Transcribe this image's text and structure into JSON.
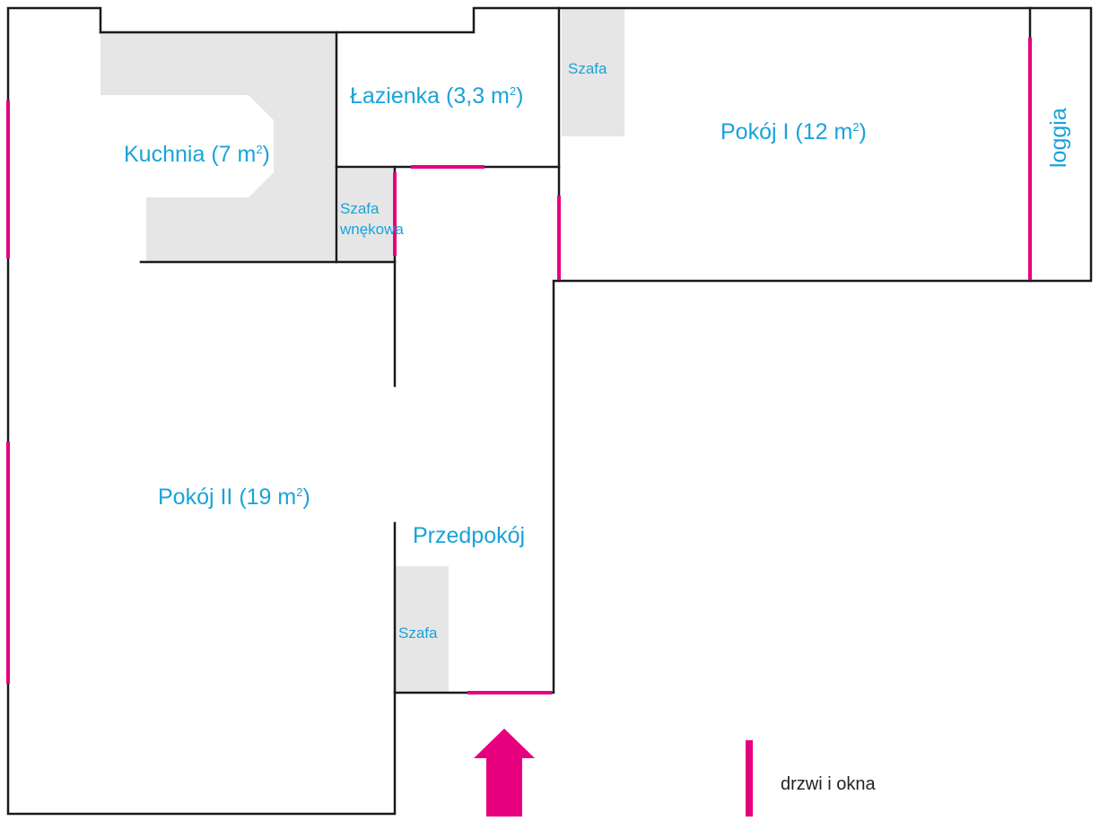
{
  "rooms": {
    "kuchnia": {
      "name": "Kuchnia",
      "area_value": "(7 m",
      "sup": "2",
      "area_close": ")"
    },
    "lazienka": {
      "name": "Łazienka",
      "area_value": "(3,3 m",
      "sup": "2",
      "area_close": ")"
    },
    "pokoj1": {
      "name": "Pokój I",
      "area_value": "(12 m",
      "sup": "2",
      "area_close": ")"
    },
    "pokoj2": {
      "name": "Pokój II",
      "area_value": "(19 m",
      "sup": "2",
      "area_close": ")"
    },
    "przedpokoj": {
      "name": "Przedpokój"
    },
    "loggia": {
      "name": "loggia"
    }
  },
  "furniture": {
    "szafa_top": "Szafa",
    "szafa_wnekowa_line1": "Szafa",
    "szafa_wnekowa_line2": "wnękowa",
    "szafa_hall": "Szafa"
  },
  "legend": {
    "label": "drzwi i okna"
  },
  "colors": {
    "walls": "#1a1a1a",
    "openings": "#e6007e",
    "labels": "#1aa3d9",
    "furniture": "#e6e6e6"
  }
}
